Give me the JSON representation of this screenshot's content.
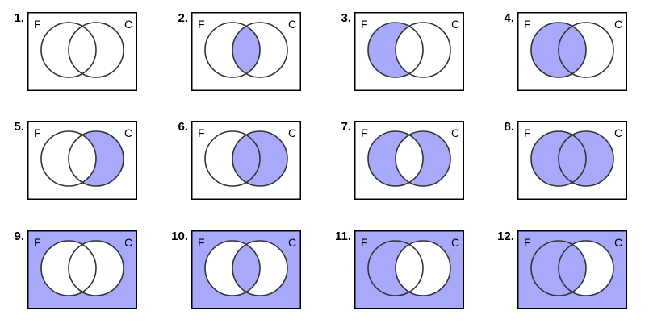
{
  "colors": {
    "shade": "#a9a9fb",
    "line": "#333333",
    "background": "#ffffff"
  },
  "set_labels": {
    "left": "F",
    "right": "C"
  },
  "panels": [
    {
      "number": "1.",
      "shaded": []
    },
    {
      "number": "2.",
      "shaded": [
        "F∩C"
      ]
    },
    {
      "number": "3.",
      "shaded": [
        "F only"
      ]
    },
    {
      "number": "4.",
      "shaded": [
        "F only",
        "F∩C"
      ]
    },
    {
      "number": "5.",
      "shaded": [
        "C only"
      ]
    },
    {
      "number": "6.",
      "shaded": [
        "F∩C",
        "C only"
      ]
    },
    {
      "number": "7.",
      "shaded": [
        "F only",
        "C only"
      ]
    },
    {
      "number": "8.",
      "shaded": [
        "F only",
        "F∩C",
        "C only"
      ]
    },
    {
      "number": "9.",
      "shaded": [
        "outside"
      ]
    },
    {
      "number": "10.",
      "shaded": [
        "outside",
        "F∩C"
      ]
    },
    {
      "number": "11.",
      "shaded": [
        "outside",
        "F only"
      ]
    },
    {
      "number": "12.",
      "shaded": [
        "outside",
        "F only",
        "F∩C"
      ]
    }
  ]
}
